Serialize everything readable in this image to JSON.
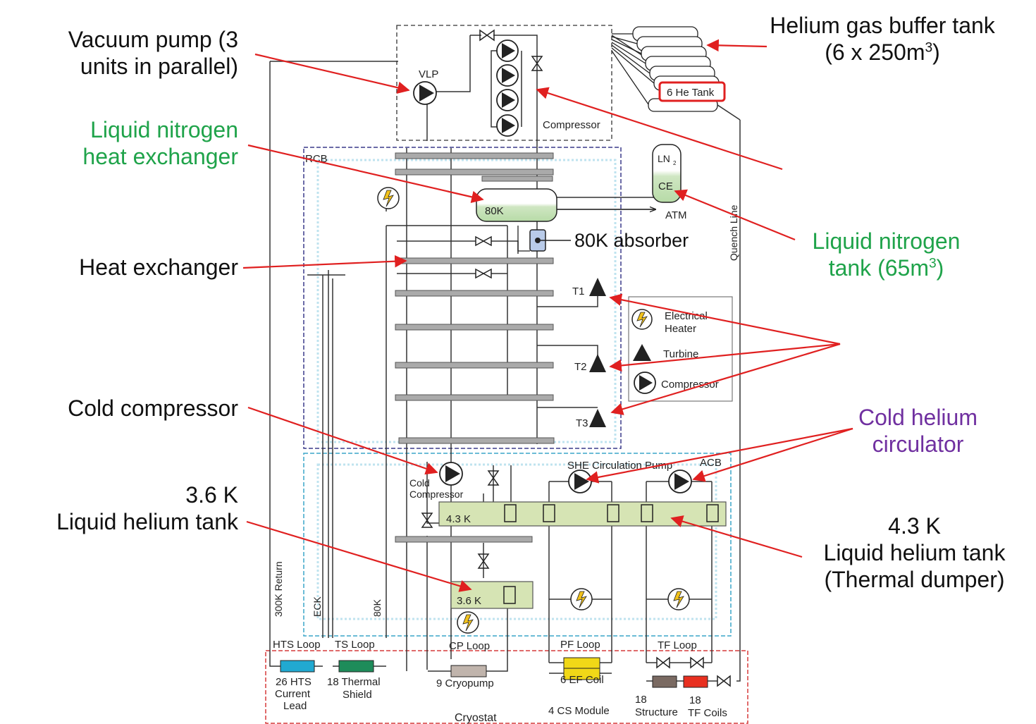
{
  "annotations": {
    "vacuum_pump": [
      "Vacuum pump (3",
      "units in parallel)"
    ],
    "ln2_hx": [
      "Liquid nitrogen",
      "heat exchanger"
    ],
    "heat_exchanger": "Heat exchanger",
    "cold_compressor": "Cold compressor",
    "lhe36": [
      "3.6 K",
      "Liquid helium tank"
    ],
    "buffer": [
      "Helium gas buffer tank",
      "(6 x 250m",
      "3",
      ")"
    ],
    "ln2_tank": [
      "Liquid nitrogen",
      "tank (65m",
      "3",
      ")"
    ],
    "cold_circ": [
      "Cold helium",
      "circulator"
    ],
    "lhe43": [
      "4.3 K",
      "Liquid helium tank",
      "(Thermal dumper)"
    ],
    "absorber": "80K absorber"
  },
  "diagram": {
    "vlp": "VLP",
    "compressor": "Compressor",
    "he_tank": "6 He Tank",
    "rcb": "RCB",
    "acb": "ACB",
    "ln2": "LN",
    "ln2_sub": "2",
    "ce": "CE",
    "hx80": "80K",
    "atm": "ATM",
    "quench": "Quench Line",
    "t1": "T1",
    "t2": "T2",
    "t3": "T3",
    "legend": {
      "heater": [
        "Electrical",
        "Heater"
      ],
      "turbine": "Turbine",
      "compressor": "Compressor"
    },
    "she_pump": "SHE Circulation Pump",
    "cold_comp": [
      "Cold",
      "Compressor"
    ],
    "tank43": "4.3 K",
    "tank36": "3.6 K",
    "ret300": "300K Return",
    "eck": "ECK",
    "k80": "80K",
    "loops": [
      "HTS Loop",
      "TS Loop",
      "CP Loop",
      "PF Loop",
      "TF Loop"
    ],
    "loads": {
      "hts": [
        "26 HTS",
        "Current",
        "Lead"
      ],
      "ts": [
        "18 Thermal",
        "Shield"
      ],
      "cp": "9 Cryopump",
      "ef": "6 EF Coil",
      "cs": "4 CS Module",
      "st": [
        "18",
        "Structure"
      ],
      "tf": [
        "18",
        "TF Coils"
      ]
    },
    "cryostat": "Cryostat"
  },
  "colors": {
    "arrow": "#e02020",
    "annotation_green": "#1fa34a",
    "annotation_purple": "#7030a0",
    "tank_fill": "#d6e4b4",
    "rcb_border": "#3a3a8a",
    "acb_border": "#3aa6c8",
    "cryostat_border": "#d63a3a",
    "hts_lead": "#21a9d1",
    "thermal_shield": "#1e8c5a",
    "cryopump": "#c0b4ac",
    "ef_cs": "#f1d817",
    "structure": "#7a6a62",
    "tf_coil": "#e83020"
  }
}
